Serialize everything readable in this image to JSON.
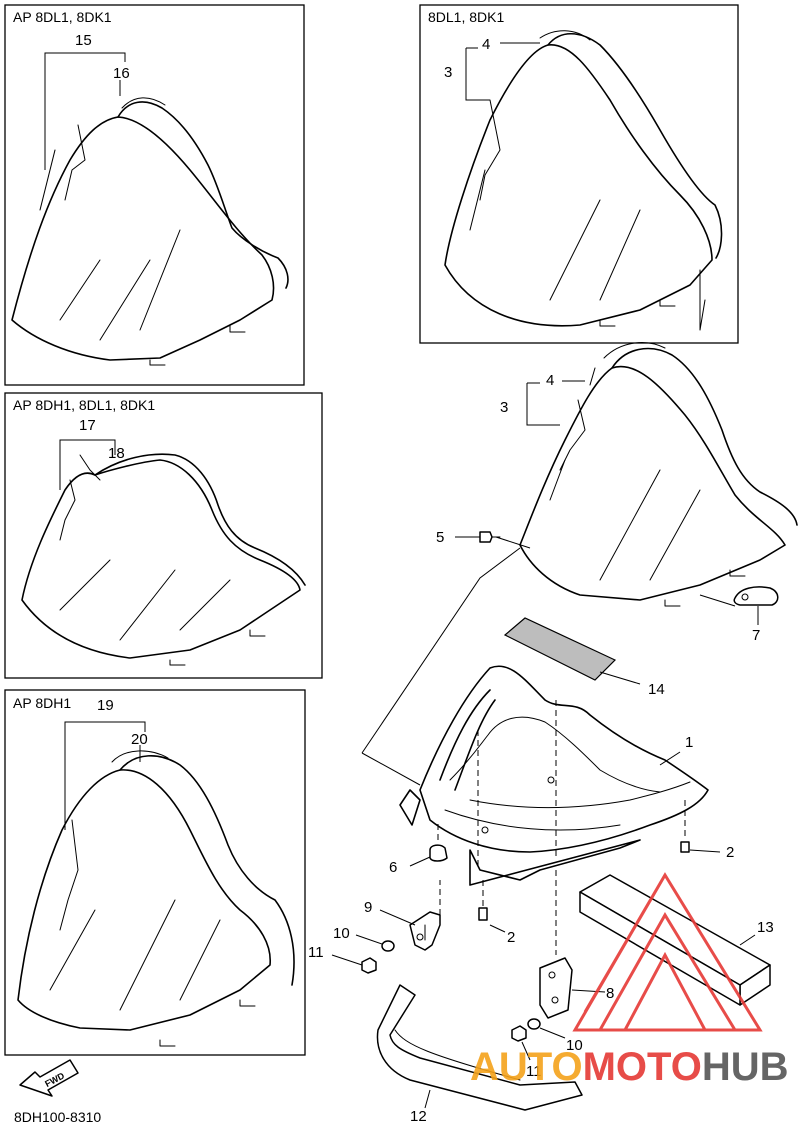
{
  "diagram": {
    "code": "8DH100-8310",
    "fwd_label": "FWD",
    "boxes": [
      {
        "title": "AP 8DL1, 8DK1"
      },
      {
        "title": "8DL1, 8DK1"
      },
      {
        "title": "AP 8DH1, 8DL1, 8DK1"
      },
      {
        "title": "AP 8DH1"
      }
    ],
    "callouts": {
      "c15": "15",
      "c16": "16",
      "c4a": "4",
      "c3a": "3",
      "c17": "17",
      "c18": "18",
      "c4b": "4",
      "c3b": "3",
      "c5": "5",
      "c7": "7",
      "c14": "14",
      "c1": "1",
      "c2a": "2",
      "c6": "6",
      "c9": "9",
      "c2b": "2",
      "c13": "13",
      "c19": "19",
      "c20": "20",
      "c10a": "10",
      "c11a": "11",
      "c8": "8",
      "c10b": "10",
      "c11b": "11",
      "c12": "12"
    }
  },
  "watermark": {
    "part1": "AUTO",
    "part2": "MOTO",
    "part3": "HUB",
    "colors": {
      "red": "#e53935",
      "orange": "#f4a21b",
      "gray": "#555555"
    }
  }
}
